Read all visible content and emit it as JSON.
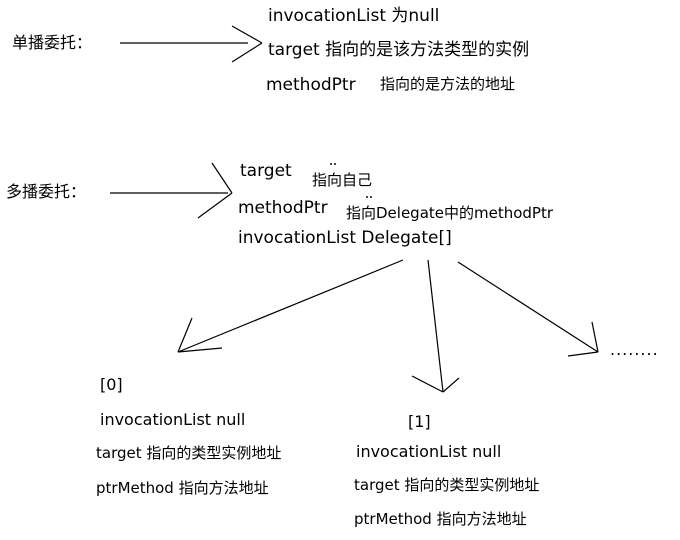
{
  "unicast": {
    "label": "单播委托：",
    "line1": "invocationList  为null",
    "line2": "target 指向的是该方法类型的实例",
    "line3_code": "methodPtr",
    "line3_text": "指向的是方法的地址"
  },
  "multicast": {
    "label": "多播委托：",
    "target_code": "target",
    "target_text": "指向自己",
    "method_code": "methodPtr",
    "method_text": "指向Delegate中的methodPtr",
    "invocation": "invocationList Delegate[]"
  },
  "items": [
    {
      "index": "[0]",
      "invocation": "invocationList null",
      "target": "target 指向的类型实例地址",
      "ptr": "ptrMethod 指向方法地址"
    },
    {
      "index": "[1]",
      "invocation": "invocationList null",
      "target": "target 指向的类型实例地址",
      "ptr": "ptrMethod 指向方法地址"
    }
  ],
  "more": "........"
}
